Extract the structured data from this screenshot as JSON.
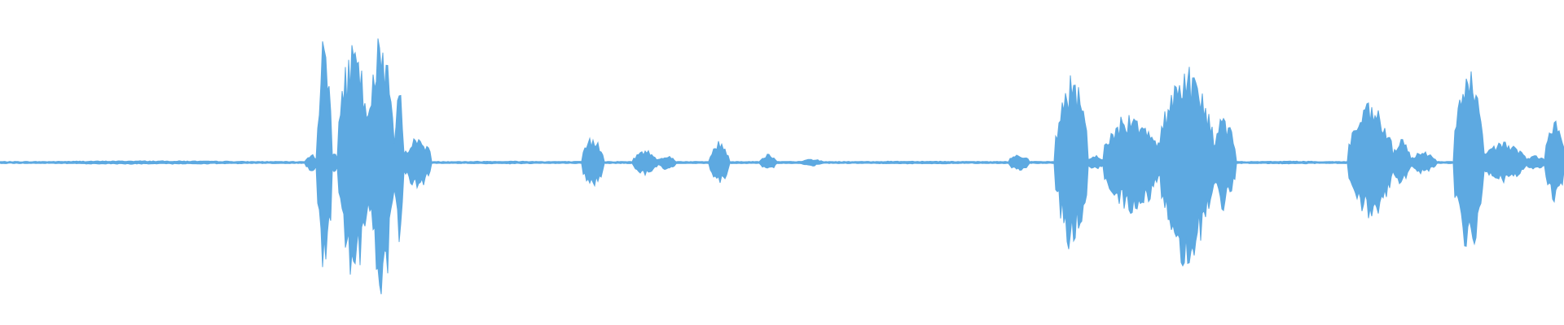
{
  "waveform": {
    "color": "#5DA9E1",
    "background": "#FFFFFF",
    "baseline_amplitude": 0.008,
    "segments": [
      {
        "start": 0.0,
        "end": 0.19,
        "amplitude": 0.012
      },
      {
        "start": 0.195,
        "end": 0.203,
        "amplitude": 0.06
      },
      {
        "start": 0.203,
        "end": 0.212,
        "amplitude": 0.9
      },
      {
        "start": 0.212,
        "end": 0.216,
        "amplitude": 0.1
      },
      {
        "start": 0.216,
        "end": 0.236,
        "amplitude": 0.82
      },
      {
        "start": 0.236,
        "end": 0.252,
        "amplitude": 0.95
      },
      {
        "start": 0.252,
        "end": 0.258,
        "amplitude": 0.55
      },
      {
        "start": 0.258,
        "end": 0.276,
        "amplitude": 0.18
      },
      {
        "start": 0.276,
        "end": 0.37,
        "amplitude": 0.01
      },
      {
        "start": 0.372,
        "end": 0.386,
        "amplitude": 0.18
      },
      {
        "start": 0.405,
        "end": 0.42,
        "amplitude": 0.09
      },
      {
        "start": 0.42,
        "end": 0.432,
        "amplitude": 0.05
      },
      {
        "start": 0.454,
        "end": 0.466,
        "amplitude": 0.15
      },
      {
        "start": 0.486,
        "end": 0.496,
        "amplitude": 0.06
      },
      {
        "start": 0.512,
        "end": 0.526,
        "amplitude": 0.025
      },
      {
        "start": 0.526,
        "end": 0.645,
        "amplitude": 0.01
      },
      {
        "start": 0.645,
        "end": 0.658,
        "amplitude": 0.06
      },
      {
        "start": 0.675,
        "end": 0.695,
        "amplitude": 0.62
      },
      {
        "start": 0.695,
        "end": 0.706,
        "amplitude": 0.05
      },
      {
        "start": 0.706,
        "end": 0.742,
        "amplitude": 0.36
      },
      {
        "start": 0.742,
        "end": 0.775,
        "amplitude": 0.72
      },
      {
        "start": 0.775,
        "end": 0.79,
        "amplitude": 0.33
      },
      {
        "start": 0.79,
        "end": 0.86,
        "amplitude": 0.01
      },
      {
        "start": 0.862,
        "end": 0.89,
        "amplitude": 0.41
      },
      {
        "start": 0.89,
        "end": 0.902,
        "amplitude": 0.16
      },
      {
        "start": 0.902,
        "end": 0.918,
        "amplitude": 0.08
      },
      {
        "start": 0.93,
        "end": 0.948,
        "amplitude": 0.66
      },
      {
        "start": 0.948,
        "end": 0.975,
        "amplitude": 0.15
      },
      {
        "start": 0.975,
        "end": 0.988,
        "amplitude": 0.05
      },
      {
        "start": 0.988,
        "end": 1.0,
        "amplitude": 0.3
      }
    ]
  }
}
